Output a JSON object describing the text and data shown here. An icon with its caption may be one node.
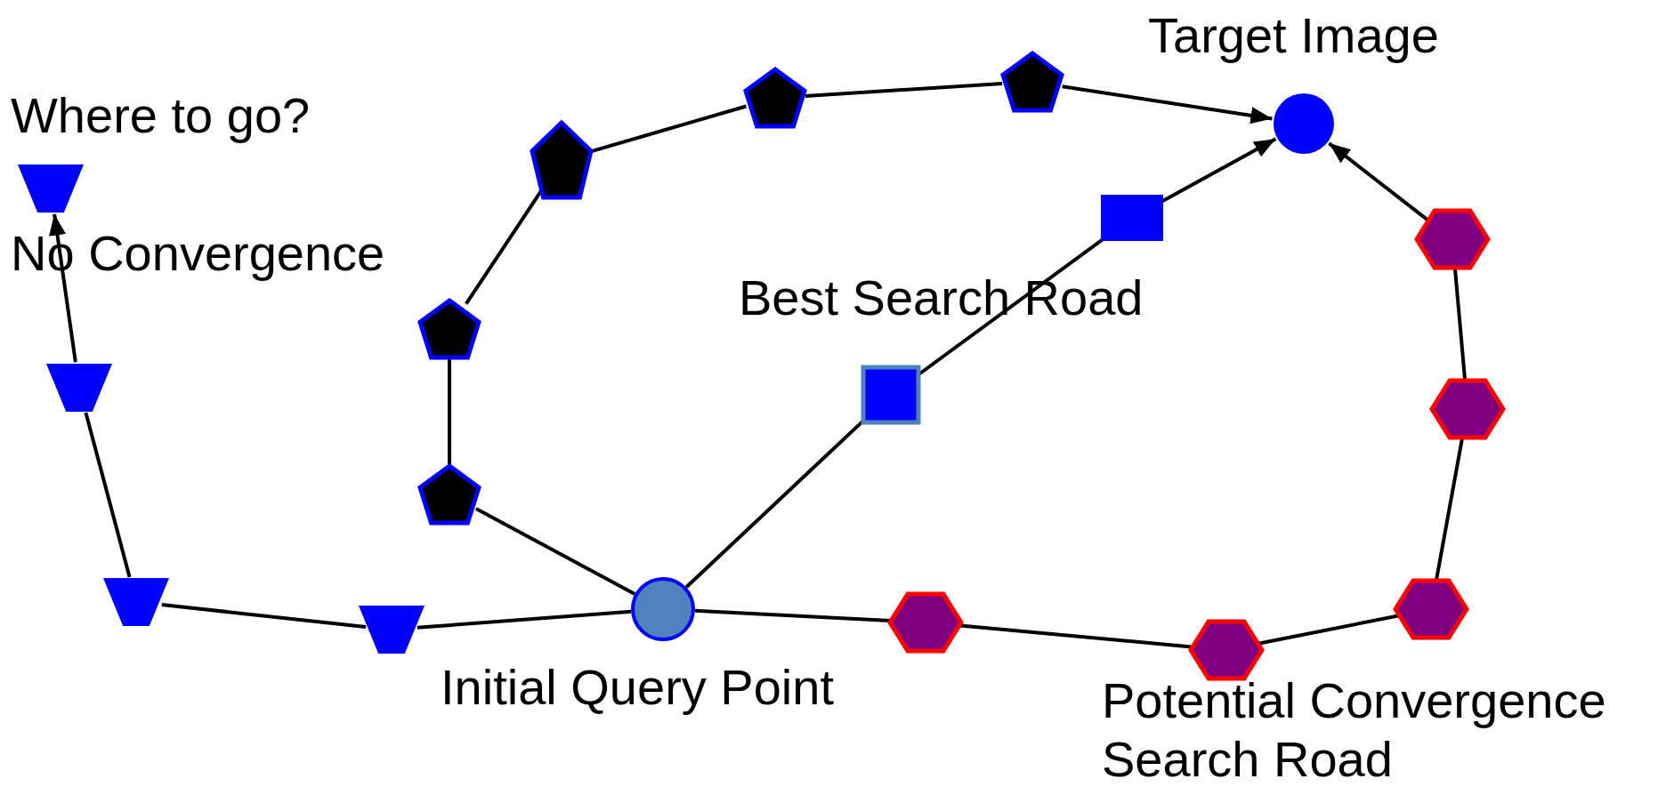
{
  "diagram": {
    "nodes": [
      {
        "text": [],
        "shape": "circle",
        "beside": [
          "Target Image"
        ]
      },
      {
        "text": [],
        "shape": "circle",
        "beside": [
          "Initial Query Point"
        ]
      },
      {
        "text": [],
        "shape": "trapezoid",
        "beside": [
          "Where to go?"
        ]
      },
      {
        "text": [],
        "shape": "trapezoid"
      },
      {
        "text": [],
        "shape": "trapezoid"
      },
      {
        "text": [],
        "shape": "trapezoid"
      },
      {
        "text": [],
        "shape": "pentagon"
      },
      {
        "text": [],
        "shape": "pentagon"
      },
      {
        "text": [],
        "shape": "pentagon"
      },
      {
        "text": [],
        "shape": "pentagon"
      },
      {
        "text": [],
        "shape": "pentagon"
      },
      {
        "text": [],
        "shape": "box"
      },
      {
        "text": [],
        "shape": "box"
      },
      {
        "text": [],
        "shape": "hexagon"
      },
      {
        "text": [],
        "shape": "hexagon"
      },
      {
        "text": [],
        "shape": "hexagon"
      },
      {
        "text": [],
        "shape": "hexagon"
      },
      {
        "text": [],
        "shape": "hexagon"
      }
    ],
    "edges": [
      {
        "from": 1,
        "to": 5,
        "arrow": "none"
      },
      {
        "from": 5,
        "to": 4,
        "arrow": "none"
      },
      {
        "from": 4,
        "to": 3,
        "arrow": "none"
      },
      {
        "from": 3,
        "to": 2,
        "arrow": "to"
      },
      {
        "from": 1,
        "to": 6,
        "arrow": "none"
      },
      {
        "from": 6,
        "to": 7,
        "arrow": "none"
      },
      {
        "from": 7,
        "to": 8,
        "arrow": "none"
      },
      {
        "from": 8,
        "to": 9,
        "arrow": "none"
      },
      {
        "from": 9,
        "to": 10,
        "arrow": "none"
      },
      {
        "from": 10,
        "to": 0,
        "arrow": "to"
      },
      {
        "from": 1,
        "to": 11,
        "arrow": "none"
      },
      {
        "from": 11,
        "to": 12,
        "arrow": "none"
      },
      {
        "from": 12,
        "to": 0,
        "arrow": "to"
      },
      {
        "from": 1,
        "to": 13,
        "arrow": "none"
      },
      {
        "from": 13,
        "to": 14,
        "arrow": "none"
      },
      {
        "from": 14,
        "to": 15,
        "arrow": "none"
      },
      {
        "from": 15,
        "to": 16,
        "arrow": "none"
      },
      {
        "from": 16,
        "to": 17,
        "arrow": "none"
      },
      {
        "from": 17,
        "to": 0,
        "arrow": "to"
      }
    ],
    "labels": [
      "No Convergence",
      "Best Search Road",
      "Potential Convergence Search Road"
    ]
  }
}
